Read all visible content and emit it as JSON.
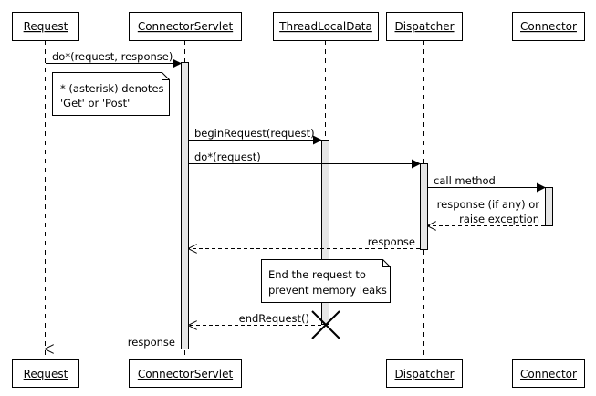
{
  "participants": [
    {
      "id": "request",
      "label": "Request"
    },
    {
      "id": "connector_servlet",
      "label": "ConnectorServlet"
    },
    {
      "id": "thread_local_data",
      "label": "ThreadLocalData"
    },
    {
      "id": "dispatcher",
      "label": "Dispatcher"
    },
    {
      "id": "connector",
      "label": "Connector"
    }
  ],
  "footer_participants": [
    {
      "id": "request",
      "label": "Request"
    },
    {
      "id": "connector_servlet",
      "label": "ConnectorServlet"
    },
    {
      "id": "dispatcher",
      "label": "Dispatcher"
    },
    {
      "id": "connector",
      "label": "Connector"
    }
  ],
  "messages": {
    "do_request_response": "do*(request, response)",
    "begin_request": "beginRequest(request)",
    "do_request": "do*(request)",
    "call_method": "call method",
    "response_if_any_line1": "response (if any) or",
    "response_if_any_line2": "raise exception",
    "response_to_servlet": "response",
    "end_request": "endRequest()",
    "response_to_request": "response"
  },
  "notes": {
    "asterisk_line1": "* (asterisk) denotes",
    "asterisk_line2": "'Get' or 'Post'",
    "end_line1": "End the request to",
    "end_line2": "prevent memory leaks"
  },
  "colors": {
    "activation_fill": "#e6e6e6",
    "stroke": "#000000",
    "background": "#ffffff"
  }
}
